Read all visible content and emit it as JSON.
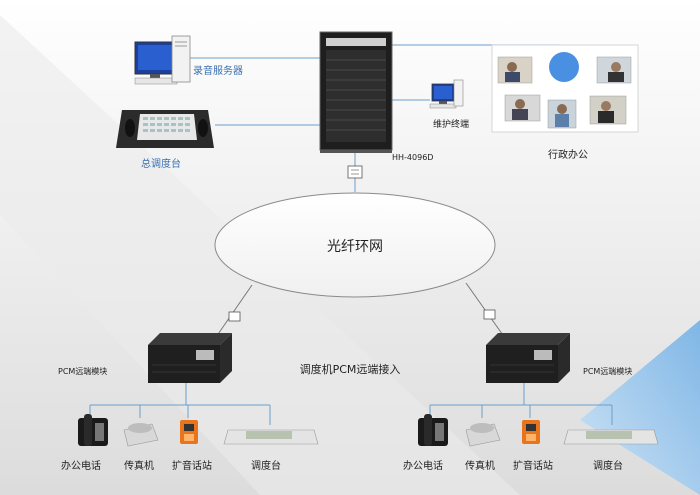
{
  "labels": {
    "recording_server": "录音服务器",
    "main_console": "总调度台",
    "switch_model": "HH-4096D",
    "maintenance_terminal": "维护终端",
    "admin_office": "行政办公",
    "fiber_ring": "光纤环网",
    "pcm_remote_access": "调度机PCM远端接入",
    "pcm_module_left": "PCM远端模块",
    "pcm_module_right": "PCM远端模块",
    "left_devices": [
      "办公电话",
      "传真机",
      "扩音话站",
      "调度台"
    ],
    "right_devices": [
      "办公电话",
      "传真机",
      "扩音话站",
      "调度台"
    ]
  },
  "colors": {
    "line": "#6aa0cc",
    "accent_blue": "#3a6fb0",
    "ring_stroke": "#8a8a8a"
  }
}
